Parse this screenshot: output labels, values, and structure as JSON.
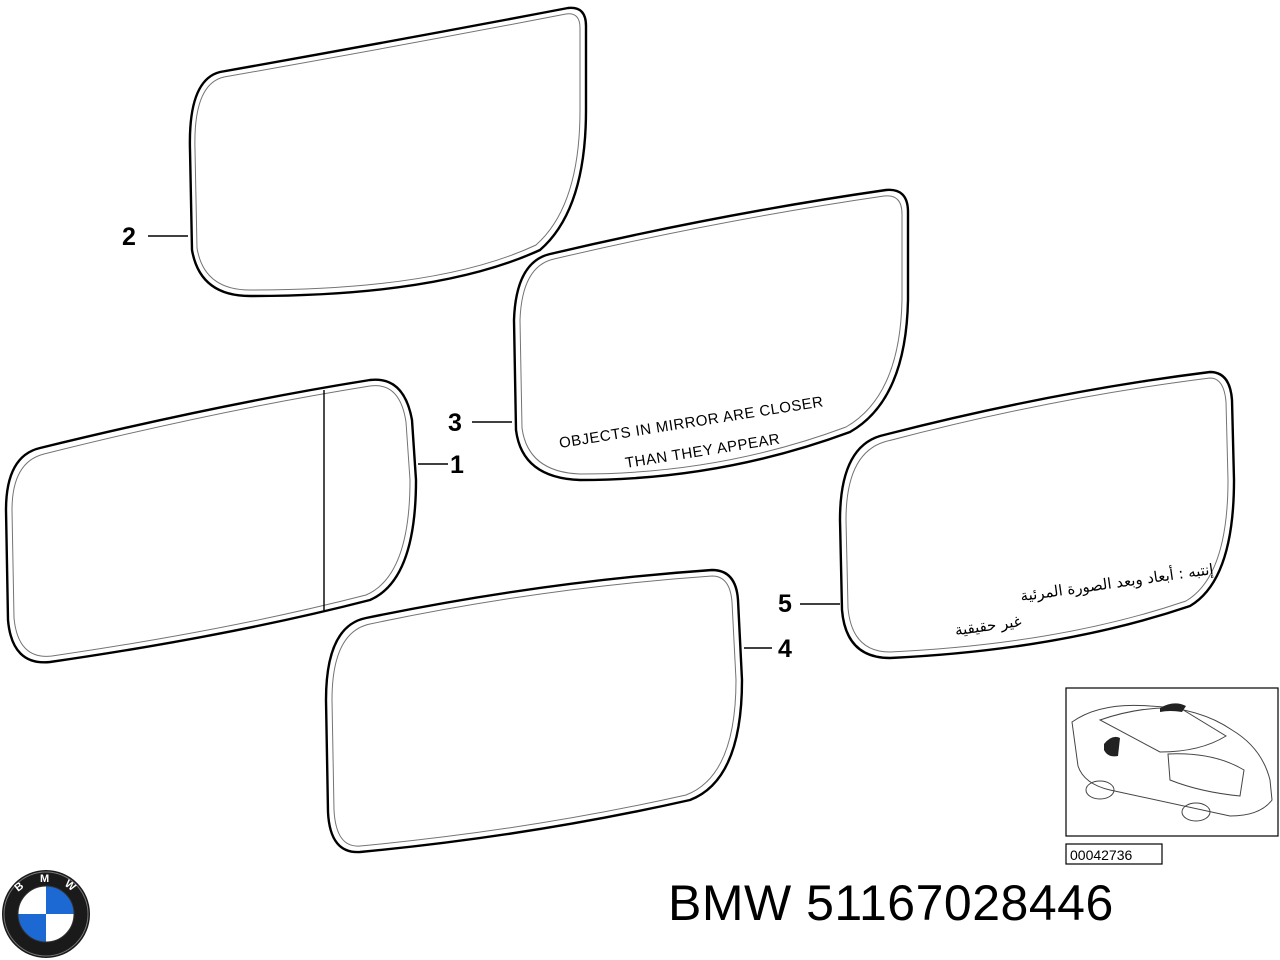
{
  "parts": [
    {
      "number": "1",
      "engraving": []
    },
    {
      "number": "2",
      "engraving": []
    },
    {
      "number": "3",
      "engraving": [
        "OBJECTS IN MIRROR ARE CLOSER",
        "THAN THEY APPEAR"
      ]
    },
    {
      "number": "4",
      "engraving": []
    },
    {
      "number": "5",
      "engraving": [
        "إنتبه : أبعاد وبعد الصورة المرئية",
        "غير حقيقية"
      ]
    }
  ],
  "inset": {
    "reference_number": "00042736",
    "icon": "car-mirror-location-icon"
  },
  "logo": {
    "brand": "BMW",
    "letters": [
      "B",
      "M",
      "W"
    ]
  },
  "footer": {
    "title": "BMW 51167028446"
  },
  "colors": {
    "line": "#000000",
    "background": "#ffffff",
    "logo_blue": "#1c69d4"
  }
}
